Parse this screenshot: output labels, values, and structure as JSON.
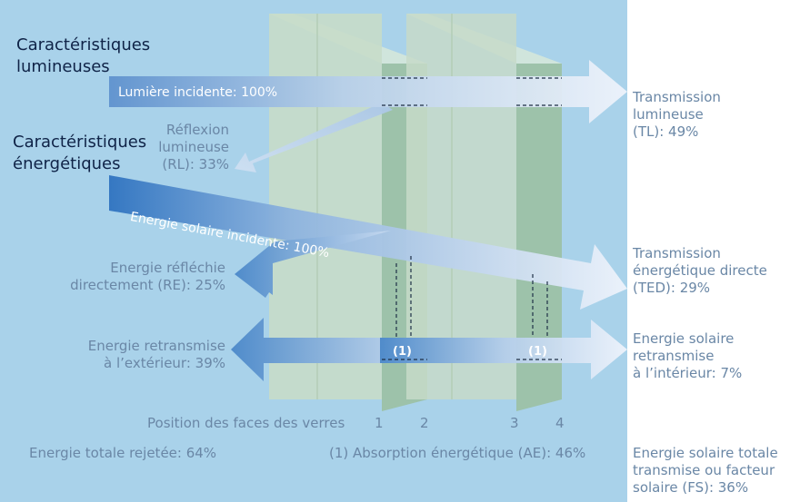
{
  "headings": {
    "light": [
      "Caractéristiques",
      "lumineuses"
    ],
    "energy": [
      "Caractéristiques",
      "énergétiques"
    ]
  },
  "arrows": {
    "light_incident": "Lumière incidente: 100%",
    "solar_incident": "Energie solaire incidente: 100%"
  },
  "labels": {
    "reflection": [
      "Réflexion",
      "lumineuse",
      "(RL): 33%"
    ],
    "reflected_direct": [
      "Energie réfléchie",
      "directement (RE): 25%"
    ],
    "retransmitted_out": [
      "Energie retransmise",
      "à l’extérieur: 39%"
    ],
    "transmission_light": [
      "Transmission",
      "lumineuse",
      "(TL): 49%"
    ],
    "transmission_direct": [
      "Transmission",
      "énergétique directe",
      "(TED): 29%"
    ],
    "retransmitted_in": [
      "Energie solaire",
      "retransmise",
      "à l’intérieur: 7%"
    ],
    "faces_caption": "Position des faces des verres",
    "face_numbers": [
      "1",
      "2",
      "3",
      "4"
    ],
    "absorption_marker": "(1)",
    "total_rejected": "Energie totale rejetée: 64%",
    "absorption_note": "(1) Absorption énergétique (AE): 46%",
    "total_transmitted": [
      "Energie solaire totale",
      "transmise ou facteur",
      "solaire (FS): 36%"
    ]
  },
  "colors": {
    "background_panel": "#a9d2ea",
    "heading": "#0f2347",
    "label": "#6a87a6",
    "arrow_strong": "#4a88c7",
    "arrow_light": "#e9f0fa"
  }
}
